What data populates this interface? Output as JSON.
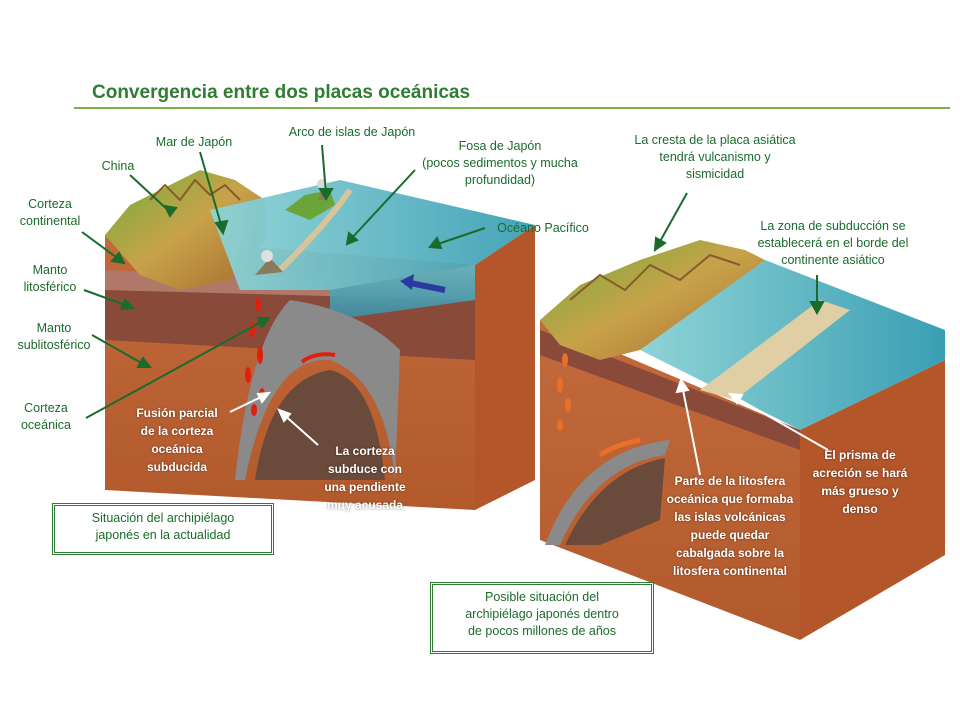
{
  "title": "Convergencia entre dos placas oceánicas",
  "colors": {
    "accent": "#2e7d32",
    "rule": "#7cb342",
    "sea": "#3fa3b8",
    "crust": "#a0502a",
    "magma": "#e02010",
    "arrow": "#2c3aa0"
  },
  "left_block": {
    "labels": {
      "china": "China",
      "mar_japon": "Mar de Japón",
      "arco_islas": "Arco de islas de Japón",
      "fosa": "Fosa de Japón\n(pocos sedimentos y mucha profundidad)",
      "oceano": "Océano Pacífico",
      "corteza_continental": "Corteza\ncontinental",
      "manto_lito": "Manto\nlitosférico",
      "manto_sublito": "Manto\nsublitosférico",
      "corteza_oceanica": "Corteza\noceánica",
      "fusion": "Fusión parcial\nde la corteza\noceánica\nsubducida",
      "subduce": "La corteza\nsubduce con\nuna pendiente\nmuy acusada"
    },
    "caption": "Situación del archipiélago\njaponés en la actualidad"
  },
  "right_block": {
    "labels": {
      "cresta": "La cresta de la placa asiática\ntendrá vulcanismo y\nsismicidad",
      "zona": "La zona de subducción se\nestablecerá en el borde del\ncontinente asiático",
      "prisma": "El prisma de\nacreción se hará\nmás grueso y\ndenso",
      "parte": "Parte de la litosfera\noceánica que formaba\nlas islas volcánicas\npuede quedar\ncabalgada sobre la\nlitosfera continental"
    },
    "caption": "Posible situación del\narchipiélago japonés dentro\nde pocos millones de años"
  }
}
